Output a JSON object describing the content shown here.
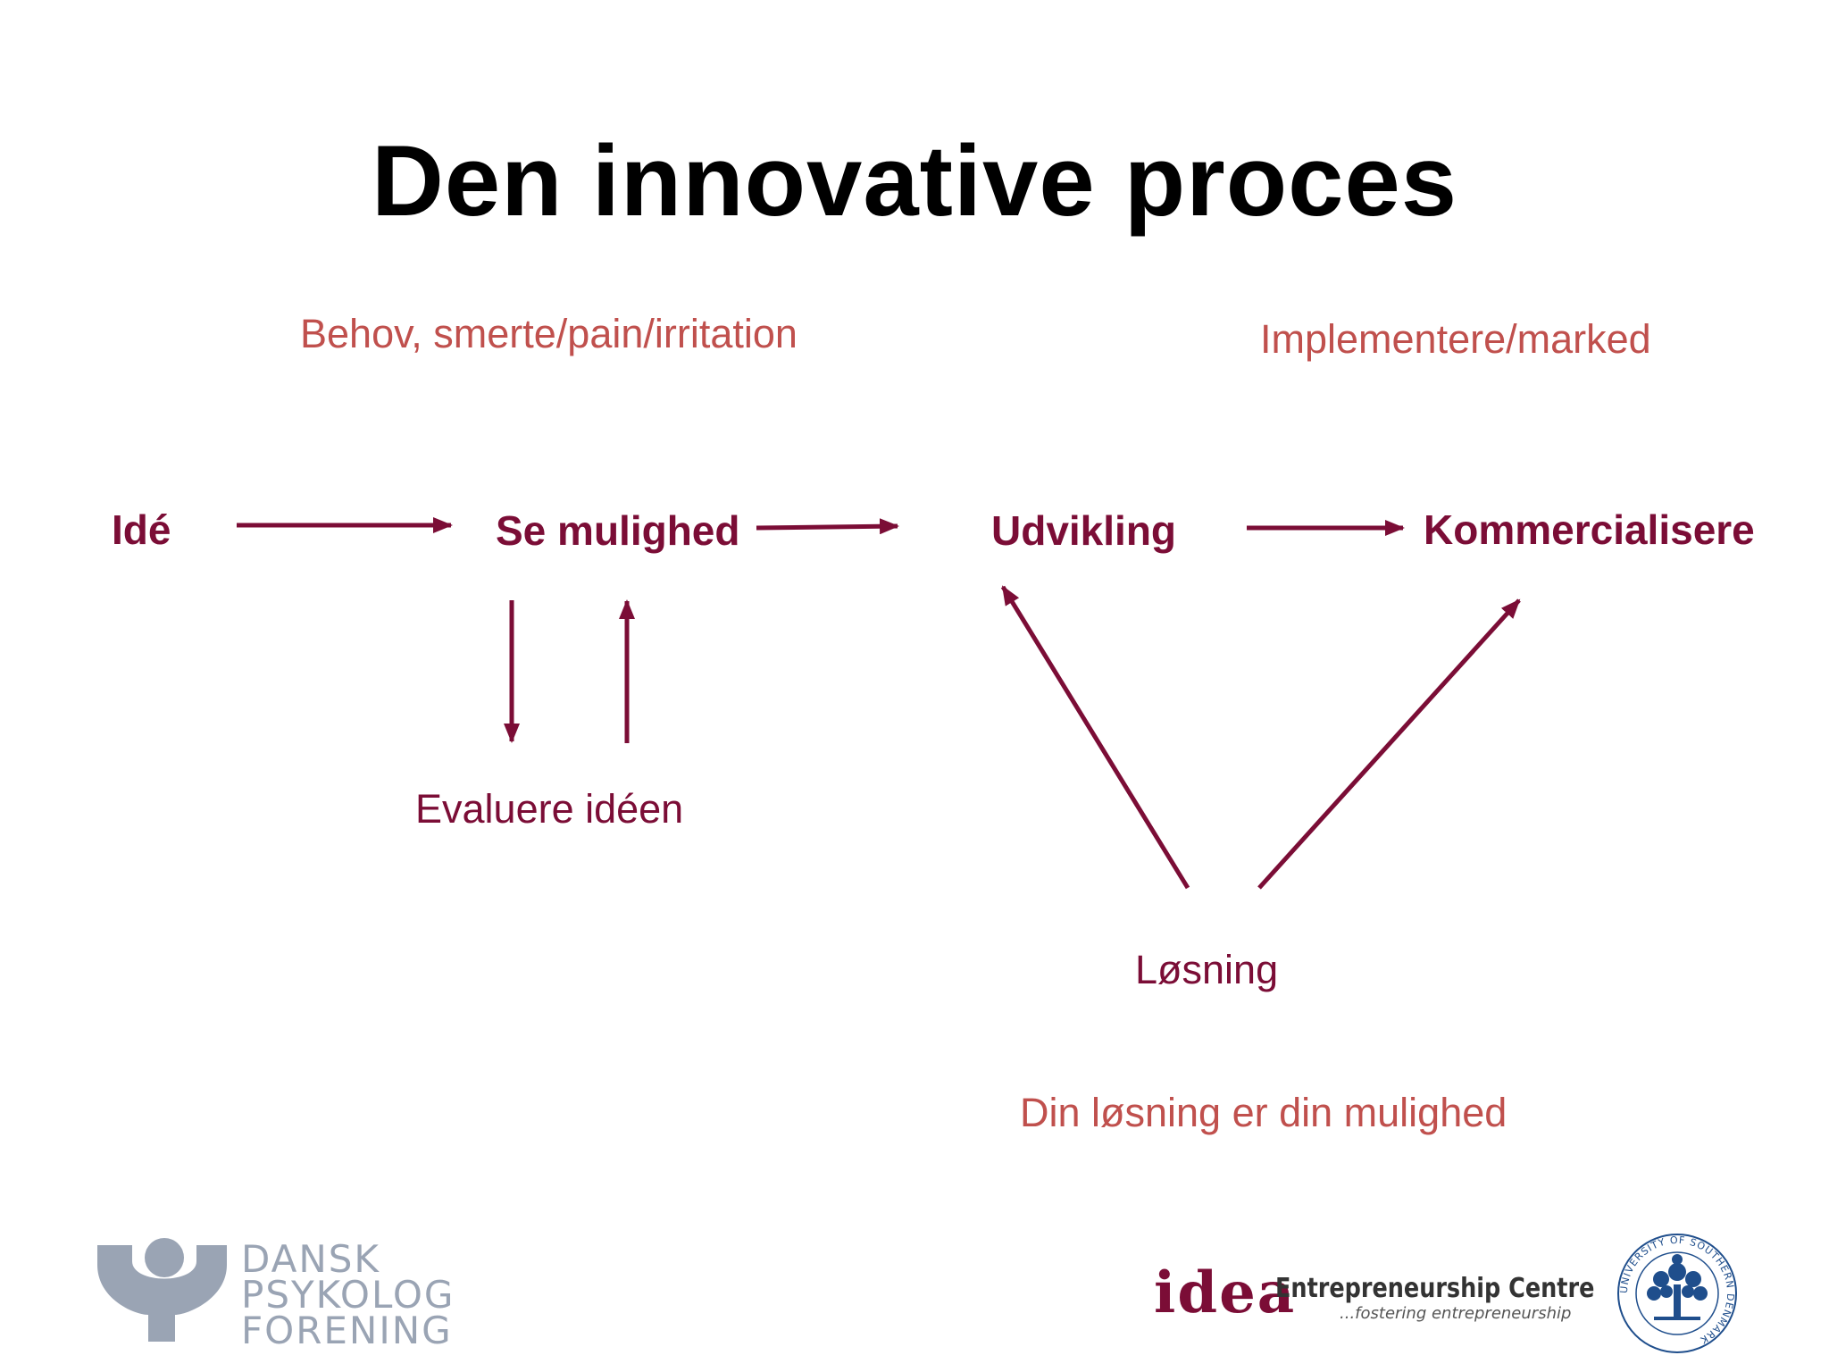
{
  "title": "Den innovative proces",
  "notes": {
    "top_left": "Behov, smerte/pain/irritation",
    "top_right": "Implementere/marked",
    "bottom": "Din løsning er din mulighed"
  },
  "nodes": {
    "ide": "Idé",
    "se_mulighed": "Se mulighed",
    "udvikling": "Udvikling",
    "kommercialisere": "Kommercialisere",
    "evaluere": "Evaluere idéen",
    "losning": "Løsning"
  },
  "logos": {
    "dpf": {
      "line1": "DANSK",
      "line2": "PSYKOLOG",
      "line3": "FORENING"
    },
    "idea": {
      "word": "idea",
      "title": "Entrepreneurship Centre",
      "subtitle": "...fostering entrepreneurship"
    },
    "sdu": {
      "ring_text": "UNIVERSITY OF SOUTHERN DENMARK"
    }
  },
  "colors": {
    "arrow": "#7b0d36",
    "node_text": "#7b0d36",
    "note_text": "#c0504d",
    "title": "#000000",
    "dpf_logo": "#9aa4b4",
    "sdu_logo": "#1f4e8c"
  }
}
